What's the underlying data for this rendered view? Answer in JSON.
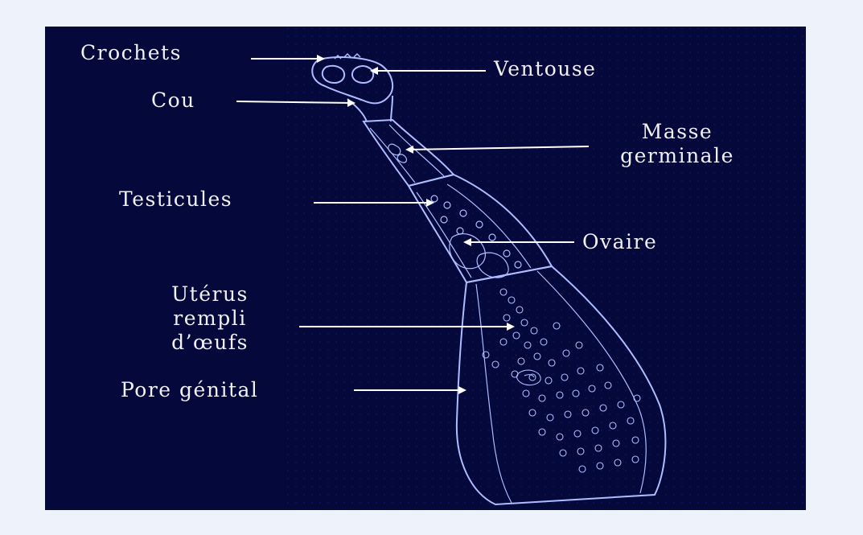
{
  "diagram": {
    "colors": {
      "page_background": "#eef2fa",
      "panel_background": "#04083a",
      "outline": "#aebdff",
      "text": "#f1f1f4",
      "arrow": "#ffffff"
    },
    "labels": {
      "crochets": "Crochets",
      "ventouse": "Ventouse",
      "cou": "Cou",
      "masse_line1": "Masse",
      "masse_line2": "germinale",
      "testicules": "Testicules",
      "ovaire": "Ovaire",
      "uterus_line1": "Utérus",
      "uterus_line2": "rempli",
      "uterus_line3": "d’œufs",
      "pore": "Pore génital"
    }
  }
}
